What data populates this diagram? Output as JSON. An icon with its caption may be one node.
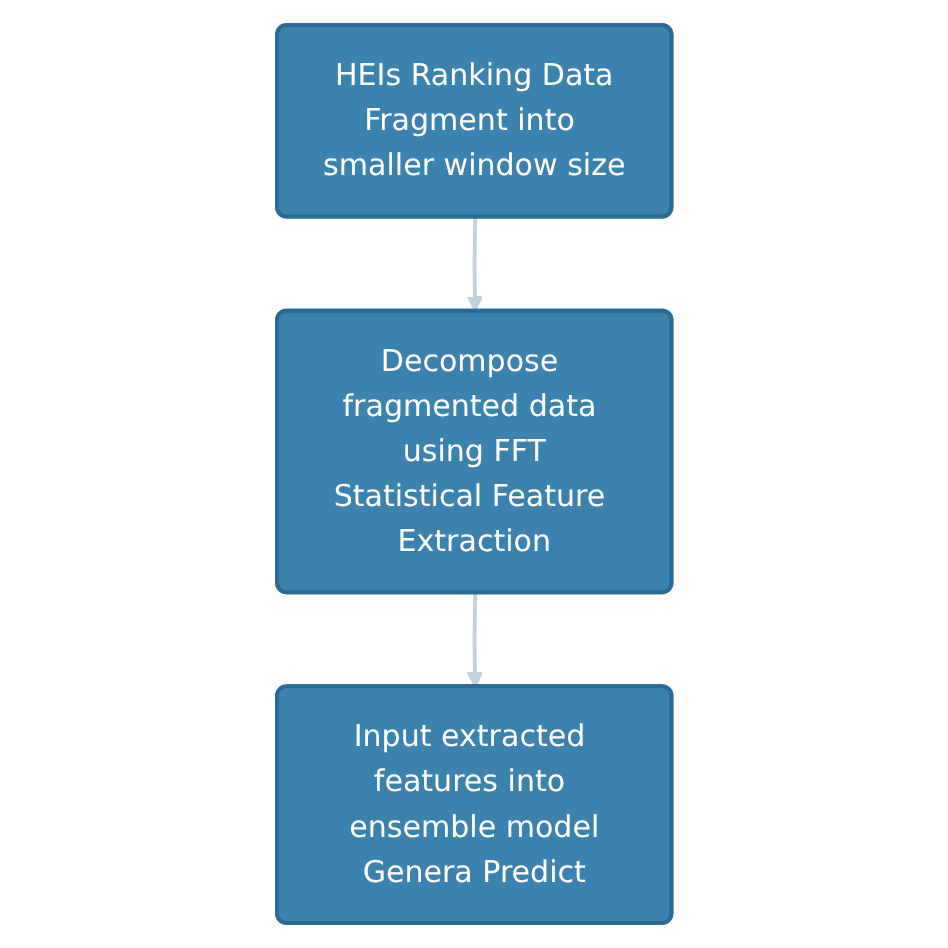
{
  "diagram": {
    "nodes": [
      {
        "text": [
          "HEIs Ranking Data",
          "Fragment into smaller window size"
        ]
      },
      {
        "text": [
          "Decompose fragmented data using FFT",
          "Statistical Feature Extraction"
        ]
      },
      {
        "text": [
          "Input extracted features into ensemble model",
          "Genera Predict"
        ]
      }
    ],
    "edges": [
      {
        "from": 0,
        "to": 1,
        "arrow": "to"
      },
      {
        "from": 1,
        "to": 2,
        "arrow": "to"
      }
    ]
  }
}
